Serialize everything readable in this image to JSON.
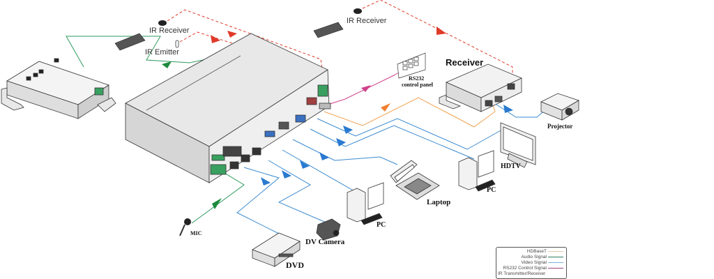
{
  "diagram": {
    "labels": {
      "ir_receiver_1": "IR Receiver",
      "ir_emitter": "IR Emitter",
      "ir_receiver_2": "IR Receiver",
      "receiver": "Receiver",
      "rs232_panel_line1": "RS232",
      "rs232_panel_line2": "control panel",
      "projector": "Projector",
      "hdtv": "HDTV",
      "pc_right": "PC",
      "laptop": "Laptop",
      "pc_left": "PC",
      "dv_camera": "DV Camera",
      "dvd": "DVD",
      "mic": "MIC"
    },
    "colors": {
      "hdbaset": "#f0a050",
      "audio": "#2e9a5e",
      "video": "#3a8ad0",
      "rs232": "#d0408a",
      "ir": "#e03a2a"
    },
    "legend": {
      "items": [
        {
          "label": "HDBaseT",
          "color": "#e8c8a8"
        },
        {
          "label": "Audio Signal",
          "color": "#2e7a5e"
        },
        {
          "label": "Video Signal",
          "color": "#7ab0e0"
        },
        {
          "label": "RS232 Control Signal",
          "color": "#a0407a"
        },
        {
          "label": "IR Transmitter/Receiver",
          "color": ""
        }
      ]
    }
  }
}
